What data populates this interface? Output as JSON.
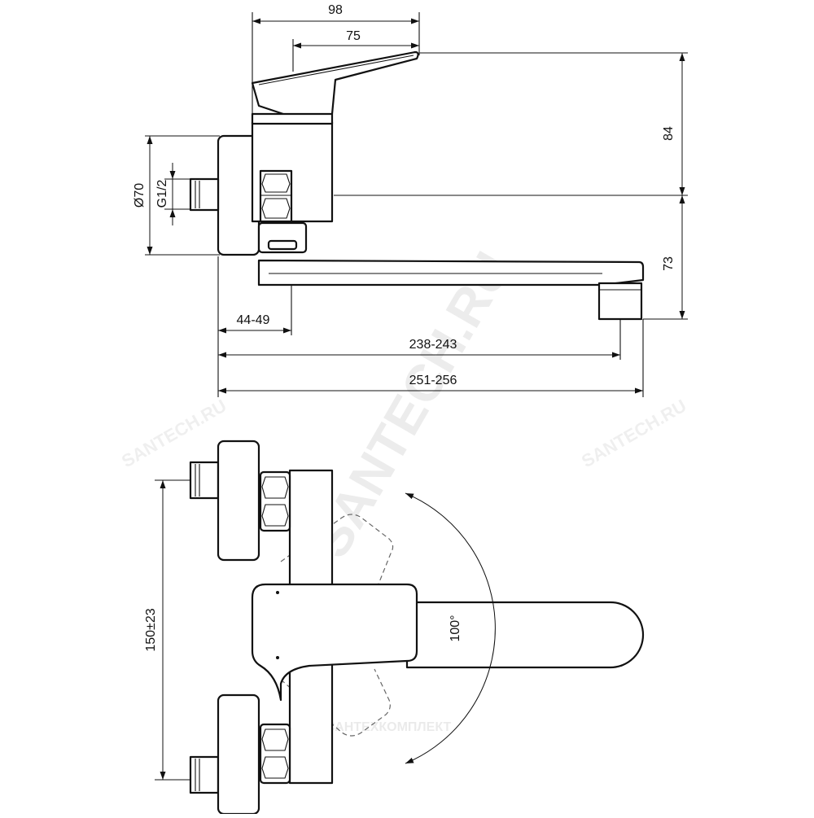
{
  "dimensions": {
    "d98": "98",
    "d75": "75",
    "d84": "84",
    "d73": "73",
    "dia70": "Ø70",
    "g12": "G1/2",
    "d4449": "44-49",
    "d238243": "238-243",
    "d251256": "251-256",
    "d150": "150±23",
    "angle": "100°"
  },
  "watermarks": {
    "main": "SANTECH.RU",
    "small_right": "SANTECH.RU",
    "small_left": "SANTECH.RU",
    "bottom": "САНТЕХКОМПЛЕКТ"
  }
}
